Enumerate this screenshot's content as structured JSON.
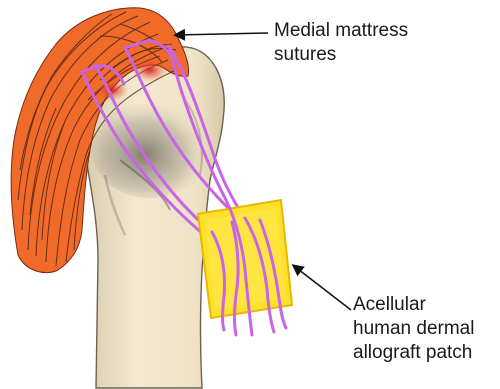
{
  "labels": {
    "sutures": {
      "line1": "Medial mattress",
      "line2": "sutures"
    },
    "patch": {
      "line1": "Acellular",
      "line2": "human dermal",
      "line3": "allograft patch"
    }
  },
  "colors": {
    "bone": "#f2e7cc",
    "bone_shadow": "#7d776b",
    "tendon": "#f06a2a",
    "tendon_lines": "#3a1a10",
    "suture": "#c864e6",
    "patch": "#ffe02a",
    "patch_border": "#e8b800",
    "arrow": "#111111"
  }
}
